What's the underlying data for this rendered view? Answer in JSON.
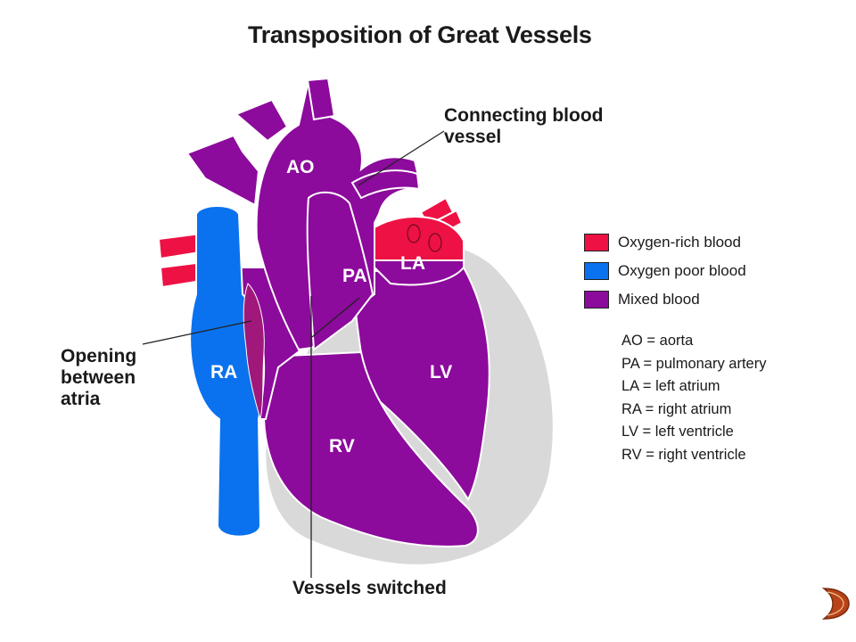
{
  "title": "Transposition of Great Vessels",
  "colors": {
    "oxygen_rich": "#ee1144",
    "oxygen_poor": "#0a72ee",
    "mixed": "#8c0a9c",
    "tissue": "#d9d9d9",
    "outline": "#ffffff"
  },
  "callouts": {
    "connecting_line1": "Connecting blood",
    "connecting_line2": "vessel",
    "opening_line1": "Opening",
    "opening_line2": "between",
    "opening_line3": "atria",
    "vessels_switched": "Vessels switched"
  },
  "regions": {
    "ao": "AO",
    "pa": "PA",
    "la": "LA",
    "ra": "RA",
    "lv": "LV",
    "rv": "RV"
  },
  "legend": [
    {
      "label": "Oxygen-rich blood",
      "color": "#ee1144"
    },
    {
      "label": "Oxygen poor blood",
      "color": "#0a72ee"
    },
    {
      "label": "Mixed blood",
      "color": "#8c0a9c"
    }
  ],
  "abbreviations": [
    "AO = aorta",
    "PA = pulmonary artery",
    "LA = left atrium",
    "RA = right atrium",
    "LV = left ventricle",
    "RV = right ventricle"
  ],
  "slide_badge_icon": "slide-corner-ornament-icon"
}
